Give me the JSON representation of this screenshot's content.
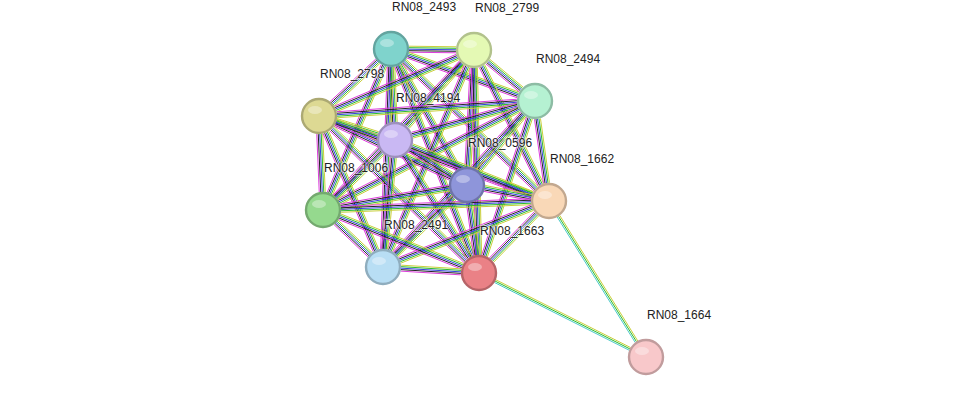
{
  "diagram": {
    "nodes": [
      {
        "text": [
          "RN08_2493"
        ]
      },
      {
        "text": [
          "RN08_2799"
        ]
      },
      {
        "text": [
          "RN08_2494"
        ]
      },
      {
        "text": [
          "RN08_2798"
        ]
      },
      {
        "text": [
          "RN08_4194"
        ]
      },
      {
        "text": [
          "RN08_0596"
        ]
      },
      {
        "text": [
          "RN08_1662"
        ]
      },
      {
        "text": [
          "RN08_1006"
        ]
      },
      {
        "text": [
          "RN08_2491"
        ]
      },
      {
        "text": [
          "RN08_1663"
        ]
      },
      {
        "text": [
          "RN08_1664"
        ]
      }
    ],
    "edges": [
      {
        "from": 0,
        "to": 1,
        "arrow": "none"
      },
      {
        "from": 0,
        "to": 2,
        "arrow": "none"
      },
      {
        "from": 0,
        "to": 3,
        "arrow": "none"
      },
      {
        "from": 0,
        "to": 4,
        "arrow": "none"
      },
      {
        "from": 0,
        "to": 5,
        "arrow": "none"
      },
      {
        "from": 0,
        "to": 6,
        "arrow": "none"
      },
      {
        "from": 0,
        "to": 7,
        "arrow": "none"
      },
      {
        "from": 0,
        "to": 8,
        "arrow": "none"
      },
      {
        "from": 0,
        "to": 9,
        "arrow": "none"
      },
      {
        "from": 1,
        "to": 2,
        "arrow": "none"
      },
      {
        "from": 1,
        "to": 3,
        "arrow": "none"
      },
      {
        "from": 1,
        "to": 4,
        "arrow": "none"
      },
      {
        "from": 1,
        "to": 5,
        "arrow": "none"
      },
      {
        "from": 1,
        "to": 6,
        "arrow": "none"
      },
      {
        "from": 1,
        "to": 7,
        "arrow": "none"
      },
      {
        "from": 1,
        "to": 8,
        "arrow": "none"
      },
      {
        "from": 1,
        "to": 9,
        "arrow": "none"
      },
      {
        "from": 2,
        "to": 3,
        "arrow": "none"
      },
      {
        "from": 2,
        "to": 4,
        "arrow": "none"
      },
      {
        "from": 2,
        "to": 5,
        "arrow": "none"
      },
      {
        "from": 2,
        "to": 6,
        "arrow": "none"
      },
      {
        "from": 2,
        "to": 7,
        "arrow": "none"
      },
      {
        "from": 2,
        "to": 8,
        "arrow": "none"
      },
      {
        "from": 2,
        "to": 9,
        "arrow": "none"
      },
      {
        "from": 3,
        "to": 4,
        "arrow": "none"
      },
      {
        "from": 3,
        "to": 5,
        "arrow": "none"
      },
      {
        "from": 3,
        "to": 6,
        "arrow": "none"
      },
      {
        "from": 3,
        "to": 7,
        "arrow": "none"
      },
      {
        "from": 3,
        "to": 8,
        "arrow": "none"
      },
      {
        "from": 3,
        "to": 9,
        "arrow": "none"
      },
      {
        "from": 4,
        "to": 5,
        "arrow": "none"
      },
      {
        "from": 4,
        "to": 6,
        "arrow": "none"
      },
      {
        "from": 4,
        "to": 7,
        "arrow": "none"
      },
      {
        "from": 4,
        "to": 8,
        "arrow": "none"
      },
      {
        "from": 4,
        "to": 9,
        "arrow": "none"
      },
      {
        "from": 5,
        "to": 6,
        "arrow": "none"
      },
      {
        "from": 5,
        "to": 7,
        "arrow": "none"
      },
      {
        "from": 5,
        "to": 8,
        "arrow": "none"
      },
      {
        "from": 5,
        "to": 9,
        "arrow": "none"
      },
      {
        "from": 6,
        "to": 7,
        "arrow": "none"
      },
      {
        "from": 6,
        "to": 8,
        "arrow": "none"
      },
      {
        "from": 6,
        "to": 9,
        "arrow": "none"
      },
      {
        "from": 7,
        "to": 8,
        "arrow": "none"
      },
      {
        "from": 7,
        "to": 9,
        "arrow": "none"
      },
      {
        "from": 8,
        "to": 9,
        "arrow": "none"
      },
      {
        "from": 6,
        "to": 10,
        "arrow": "none"
      },
      {
        "from": 9,
        "to": 10,
        "arrow": "none"
      }
    ]
  }
}
